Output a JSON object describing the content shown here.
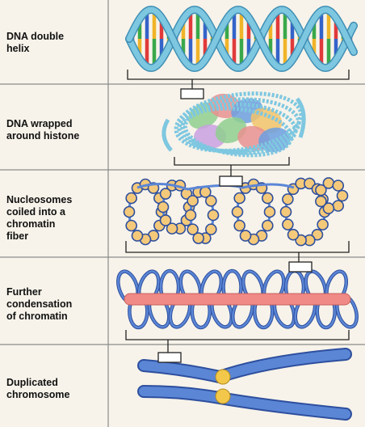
{
  "stages": [
    {
      "id": "dna",
      "lines": [
        "DNA double",
        "helix"
      ]
    },
    {
      "id": "histone",
      "lines": [
        "DNA wrapped",
        "around histone"
      ]
    },
    {
      "id": "nucleosome",
      "lines": [
        "Nucleosomes",
        "coiled into a",
        "chromatin",
        "fiber"
      ]
    },
    {
      "id": "condensation",
      "lines": [
        "Further",
        "condensation",
        "of chromatin"
      ]
    },
    {
      "id": "chromosome",
      "lines": [
        "Duplicated",
        "chromosome"
      ]
    }
  ],
  "colors": {
    "background": "#f7f3ea",
    "divider": "#8a8a8a",
    "helix_blue": "#7ec7e0",
    "helix_dark": "#3f8fb5",
    "bases": [
      "#e03a3a",
      "#3aa84a",
      "#3463c9",
      "#f0b429"
    ],
    "histone": [
      "#8fcf8f",
      "#e89090",
      "#6b9fe0",
      "#f2c36b",
      "#c9a0e0"
    ],
    "nucleosome_core": "#f5c97a",
    "chromatin_blue": "#5b86d6",
    "chromatin_dark": "#2e4f9e",
    "scaffold": "#f08a86",
    "centromere": "#f3c84a"
  }
}
